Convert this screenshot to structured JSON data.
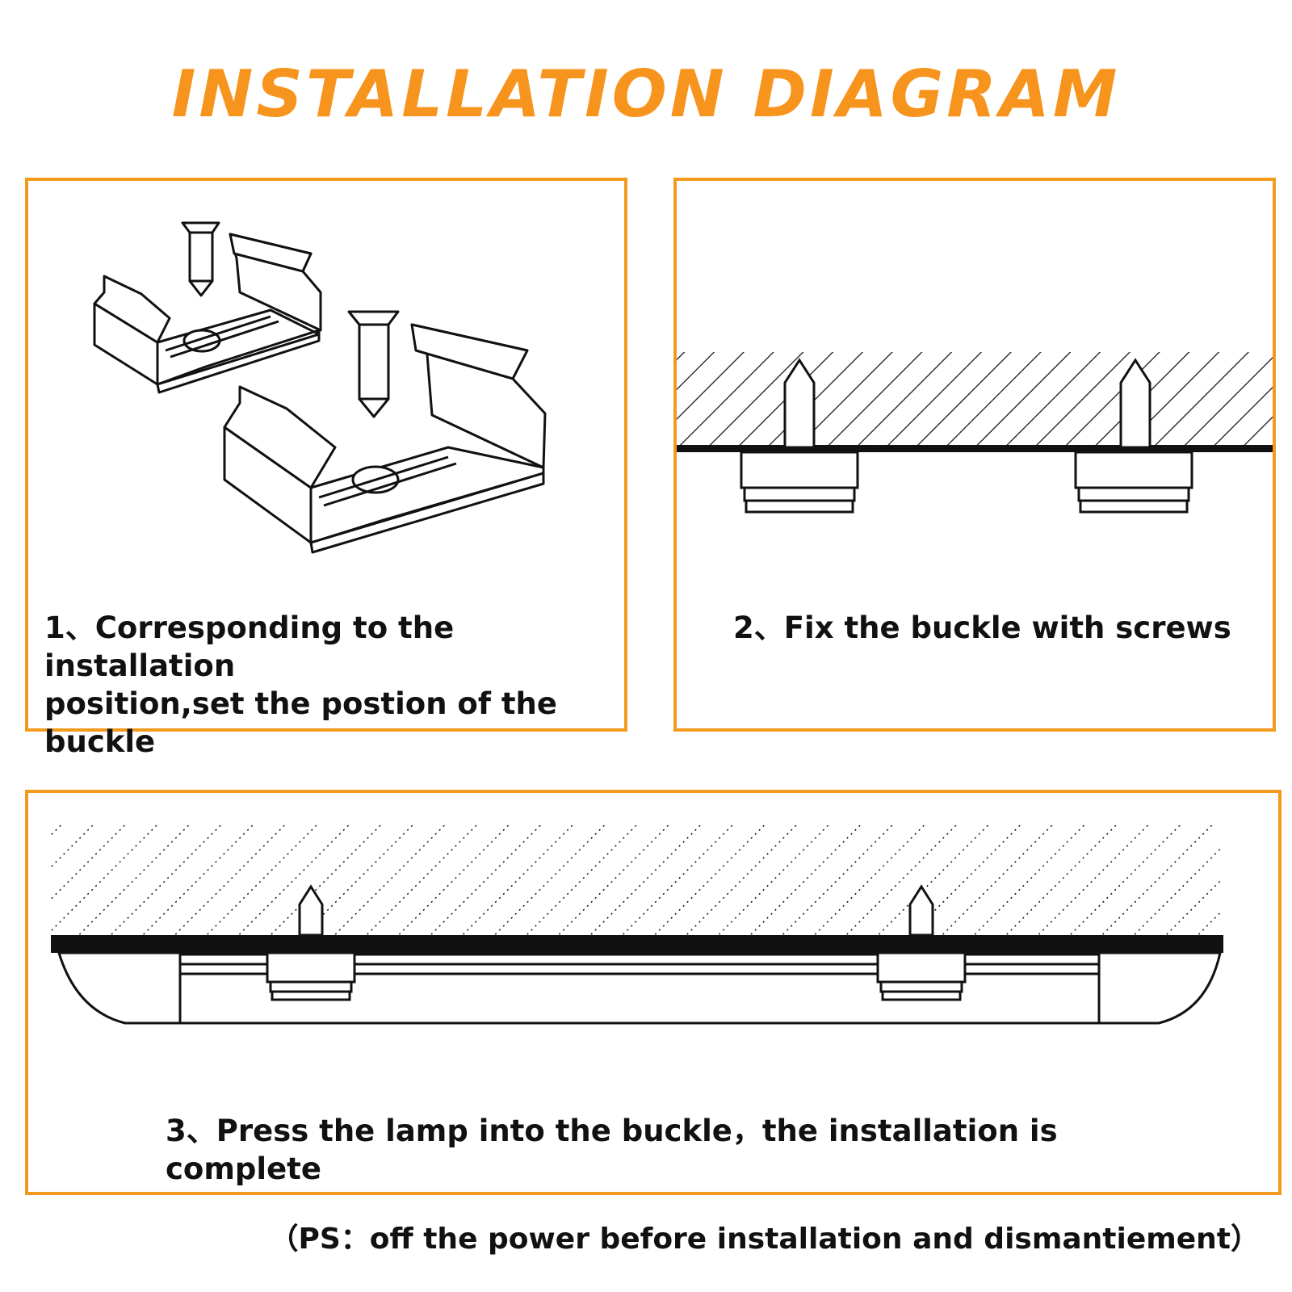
{
  "title": "INSTALLATION DIAGRAM",
  "steps": [
    {
      "caption_line1": "1、Corresponding to the installation",
      "caption_line2": "position,set the postion of the buckle"
    },
    {
      "caption_line1": "2、Fix the buckle with screws"
    },
    {
      "caption_line1": "3、Press the lamp into the buckle，the installation is complete"
    }
  ],
  "note": "（PS：off the power before installation and dismantiement）",
  "colors": {
    "accent": "#f7941d",
    "border": "#f39a1e",
    "ink": "#111111"
  }
}
